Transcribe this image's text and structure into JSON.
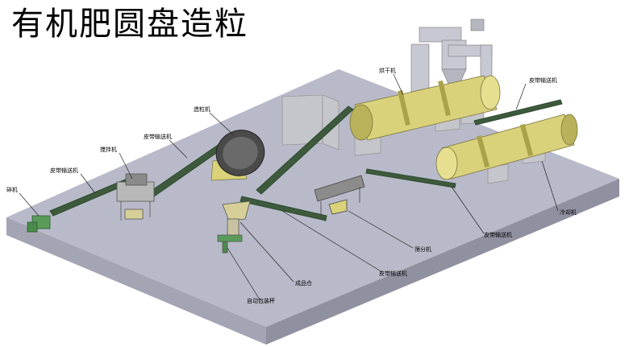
{
  "title": "有机肥圆盘造粒",
  "labels": {
    "crusher": "碎机",
    "conveyor_1": "皮带输送机",
    "mixer": "搅拌机",
    "conveyor_2": "皮带输送机",
    "granulator": "造粒机",
    "dryer": "烘干机",
    "conveyor_3": "皮带输送机",
    "cooler": "冷却机",
    "conveyor_4": "皮带输送机",
    "screener": "筛分机",
    "conveyor_5": "皮带输送机",
    "finished_bin": "成品仓",
    "packer": "自动包装秤"
  },
  "colors": {
    "platform_top": "#b8bac9",
    "platform_side": "#9a9cab",
    "platform_front": "#8c8e9d",
    "drum": "#d9d27a",
    "drum_dark": "#b9b25a",
    "blower": "#c7c9d2",
    "block": "#c5c6cc",
    "conveyor": "#3d5a3d",
    "green_machine": "#5a9b5a",
    "disc": "#4a4a4a"
  }
}
